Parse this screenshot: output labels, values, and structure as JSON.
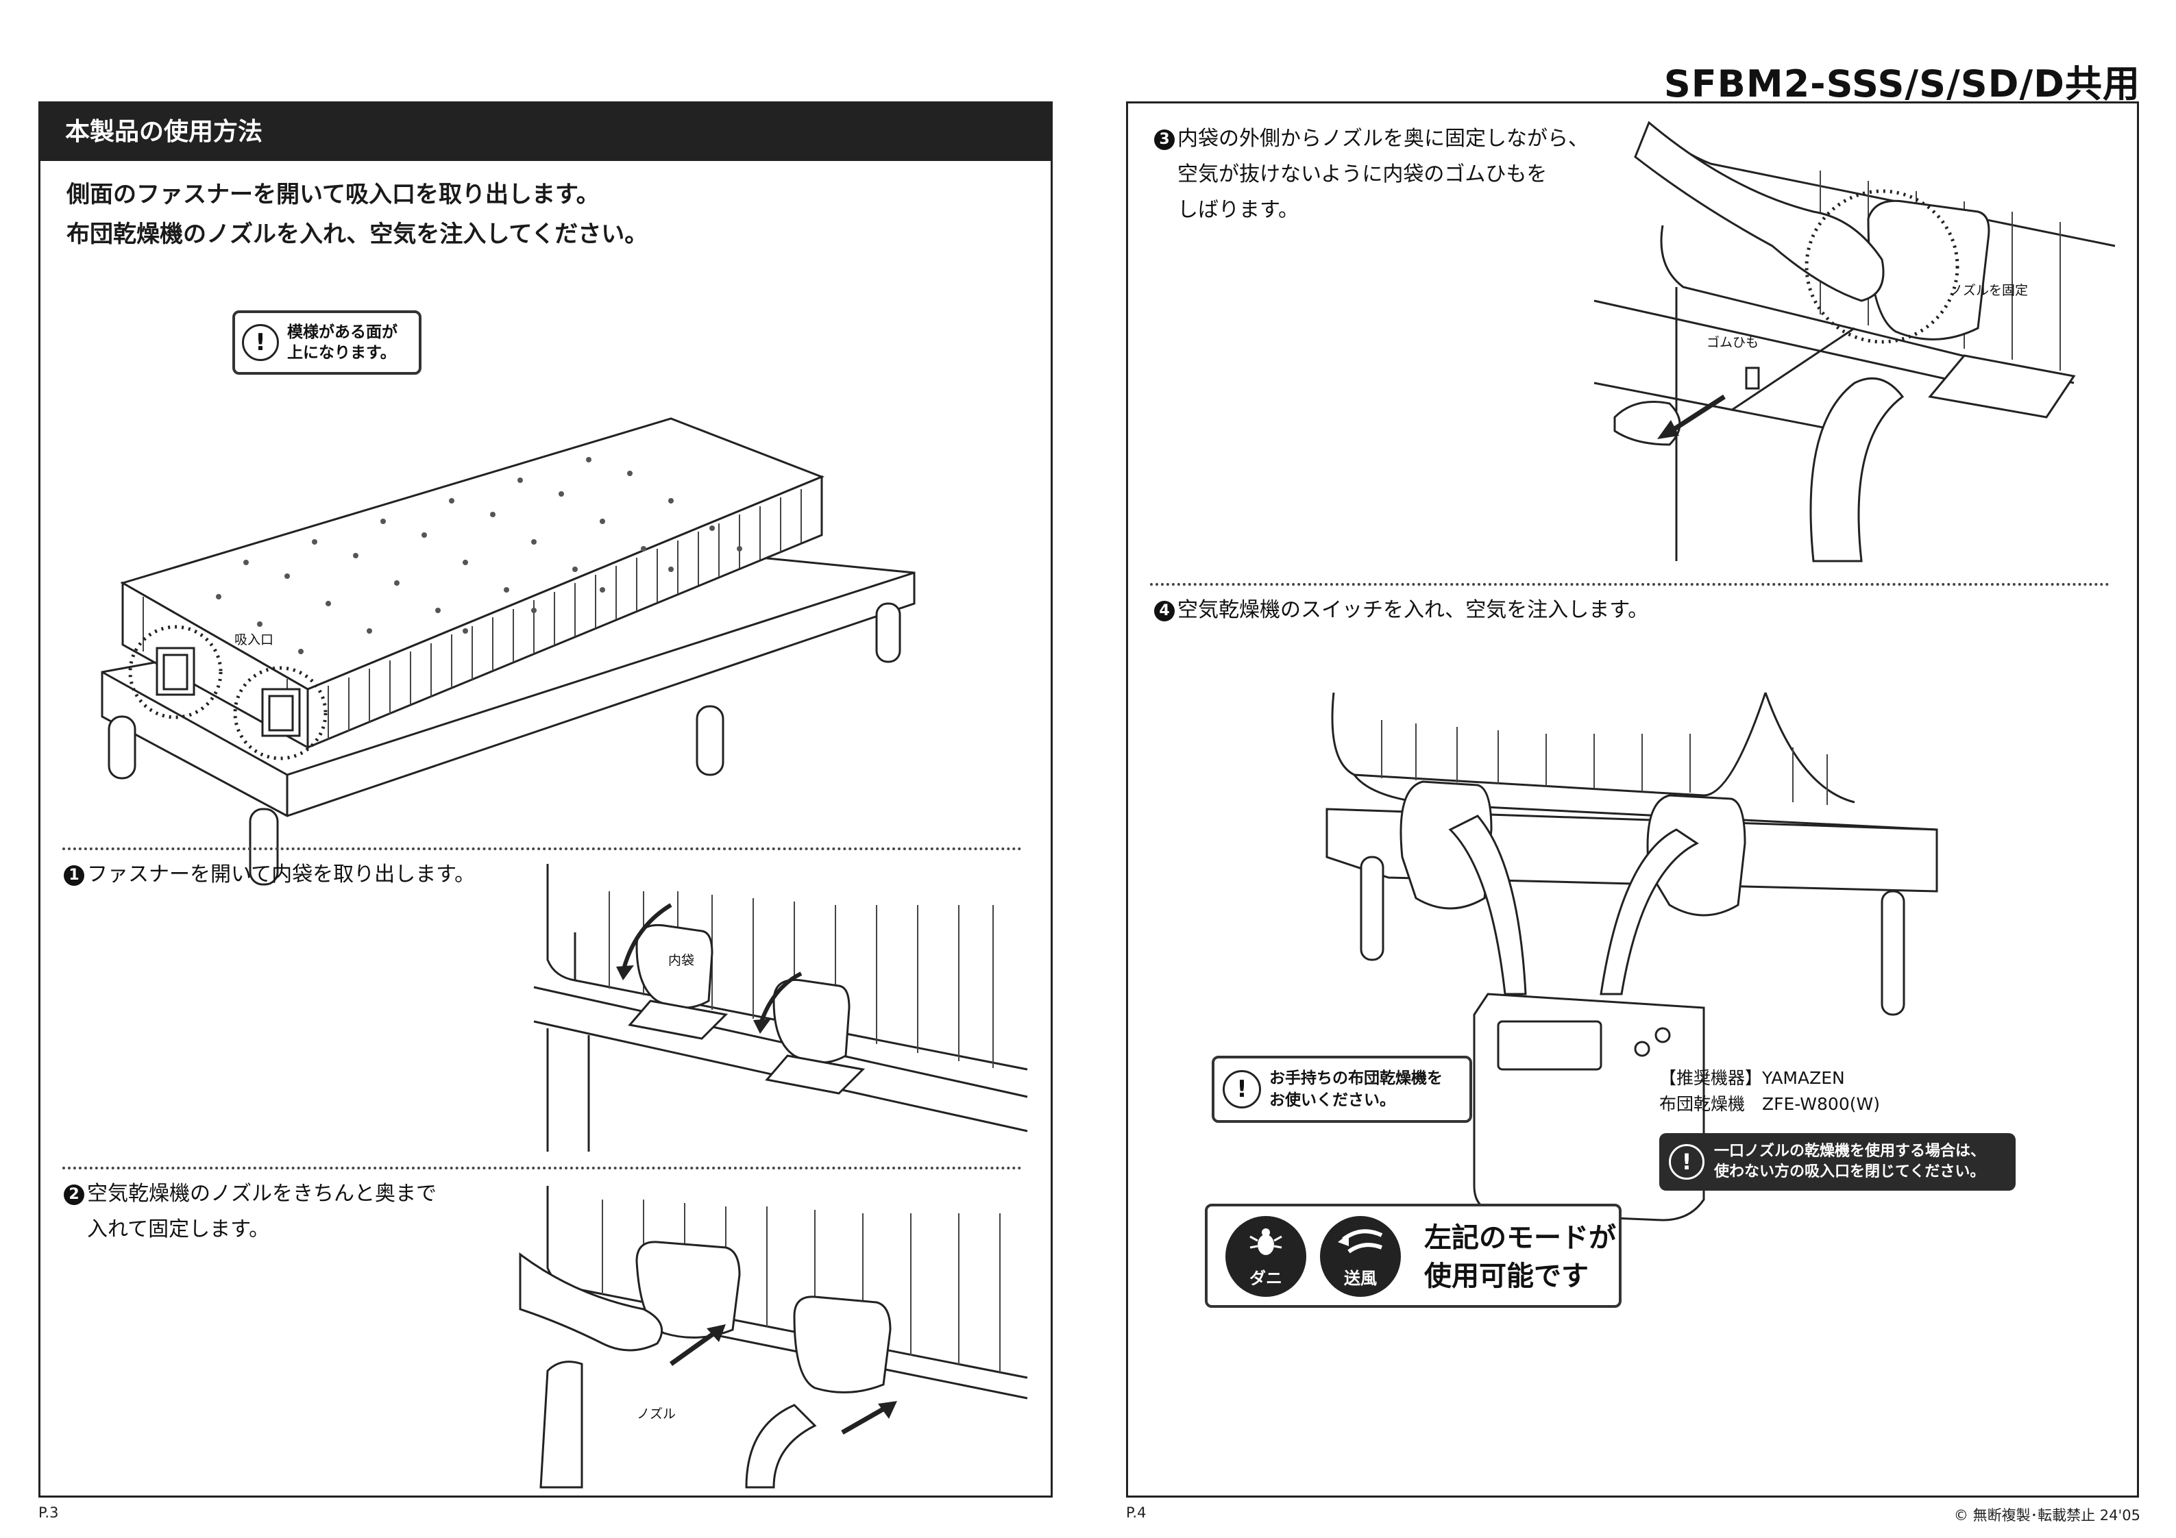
{
  "model_title": "SFBM2-SSS/S/SD/D共用",
  "left_page": {
    "section_header": "本製品の使用方法",
    "intro_lines": [
      "側面のファスナーを開いて吸入口を取り出します。",
      "布団乾燥機のノズルを入れ、空気を注入してください。"
    ],
    "pattern_callout": {
      "line1": "模様がある面が",
      "line2": "上になります。"
    },
    "inlet_label": "吸入口",
    "step1": {
      "number": "1",
      "text": "ファスナーを開いて内袋を取り出します。",
      "inner_bag_label": "内袋"
    },
    "step2": {
      "number": "2",
      "line1": "空気乾燥機のノズルをきちんと奥まで",
      "line2": "入れて固定します。",
      "nozzle_label": "ノズル"
    },
    "page_number": "P.3"
  },
  "right_page": {
    "step3": {
      "number": "3",
      "line1": "内袋の外側からノズルを奥に固定しながら、",
      "line2": "空気が抜けないように内袋のゴムひもを",
      "line3": "しばります。",
      "fix_nozzle_label": "ノズルを固定",
      "rubber_cord_label": "ゴムひも"
    },
    "step4": {
      "number": "4",
      "text": "空気乾燥機のスイッチを入れ、空気を注入します。"
    },
    "own_dryer_callout": {
      "line1": "お手持ちの布団乾燥機を",
      "line2": "お使いください。"
    },
    "recommended": {
      "line1": "【推奨機器】YAMAZEN",
      "line2": "布団乾燥機　ZFE-W800(W)"
    },
    "single_nozzle_callout": {
      "line1": "一口ノズルの乾燥機を使用する場合は、",
      "line2": "使わない方の吸入口を閉じてください。"
    },
    "modes": {
      "icons": [
        {
          "label": "ダニ",
          "icon": "mite-icon"
        },
        {
          "label": "送風",
          "icon": "airflow-icon"
        }
      ],
      "line1": "左記のモードが",
      "line2": "使用可能です"
    },
    "page_number": "P.4",
    "copyright": "© 無断複製･転載禁止  24'05"
  }
}
